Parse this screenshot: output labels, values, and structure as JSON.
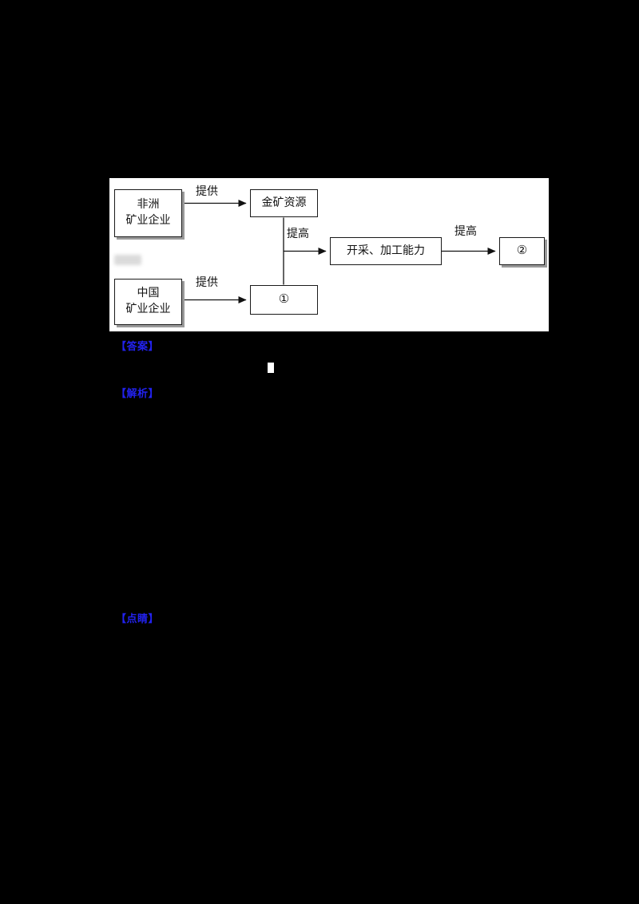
{
  "canvas": {
    "background": "#000000",
    "panel_background": "#ffffff"
  },
  "flowchart": {
    "boxes": {
      "africa": {
        "line1": "非洲",
        "line2": "矿业企业"
      },
      "gold_resource": {
        "label": "金矿资源"
      },
      "mining_capability": {
        "label": "开采、加工能力"
      },
      "circle2": {
        "label": "②"
      },
      "china": {
        "line1": "中国",
        "line2": "矿业企业"
      },
      "circle1": {
        "label": "①"
      }
    },
    "edge_labels": {
      "provide_top": "提供",
      "improve_mid": "提高",
      "improve_right": "提高",
      "provide_bottom": "提供"
    }
  },
  "annotations": {
    "answer_label": "【答案】",
    "analysis_label": "【解析】",
    "tip_label": "【点睛】",
    "link_color": "#2222ee"
  }
}
